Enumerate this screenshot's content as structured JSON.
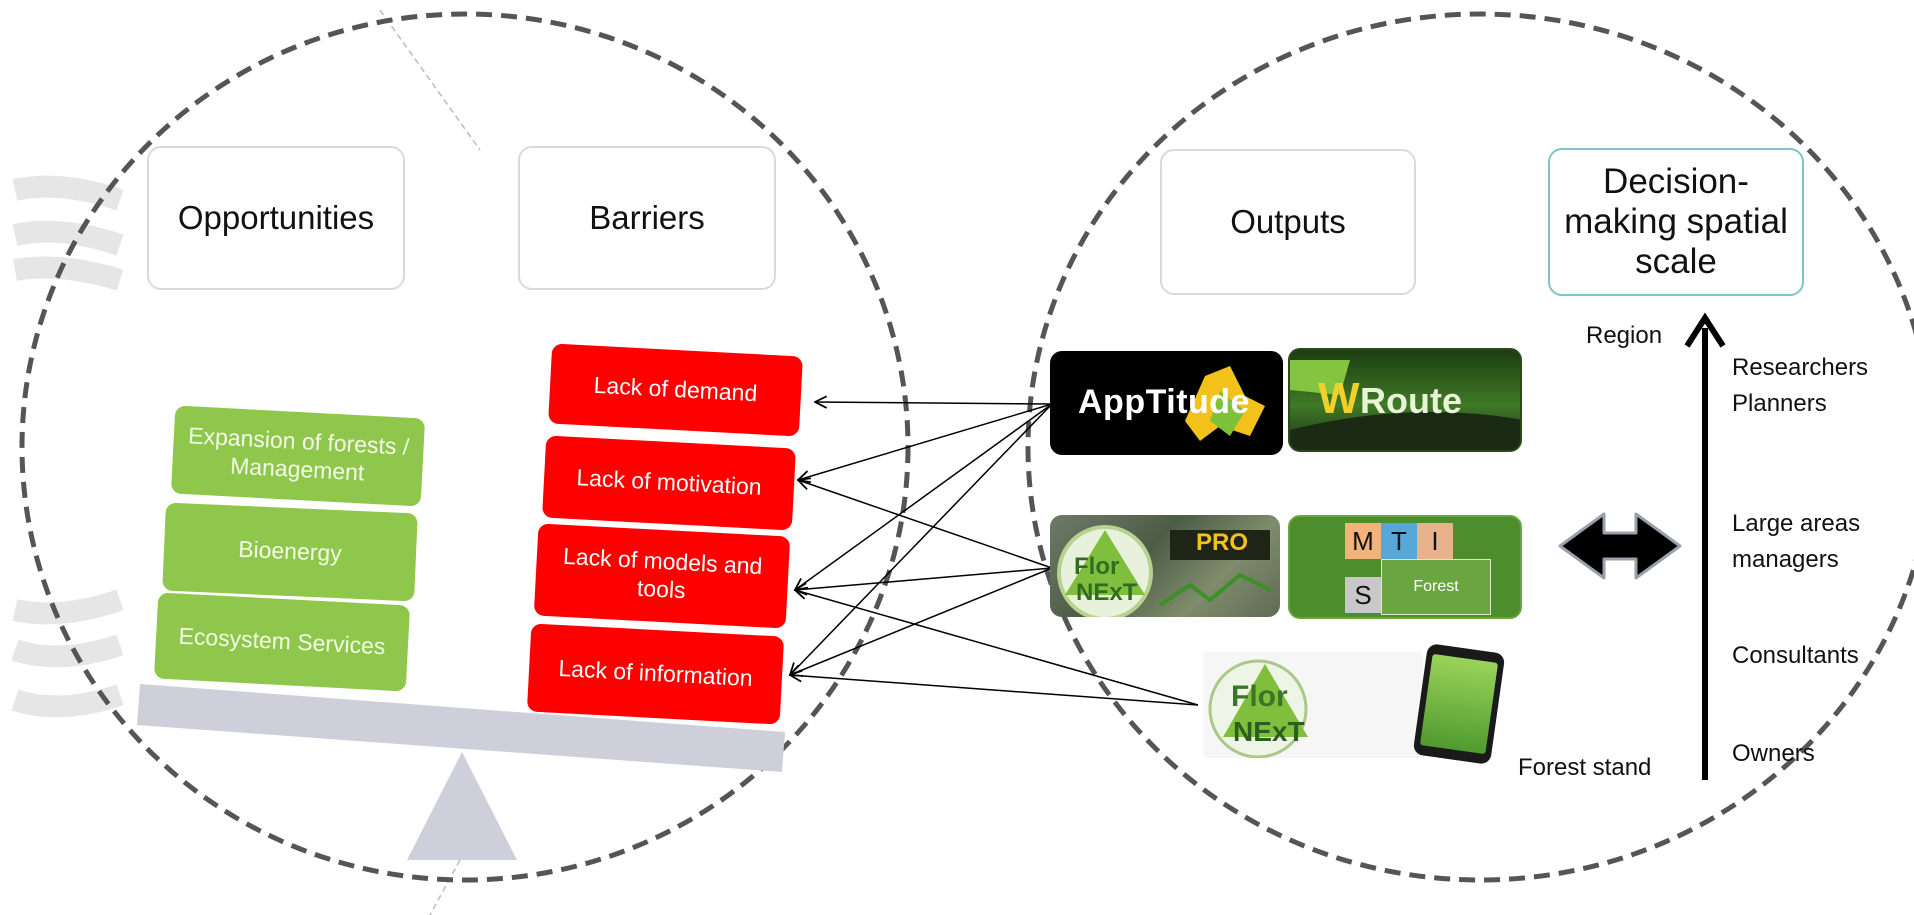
{
  "left_panel": {
    "headers": {
      "opportunities": "Opportunities",
      "barriers": "Barriers"
    },
    "opportunities": [
      "Expansion of forests / Management",
      "Bioenergy",
      "Ecosystem Services"
    ],
    "barriers": [
      "Lack of demand",
      "Lack of motivation",
      "Lack of models and tools",
      "Lack of information"
    ]
  },
  "right_panel": {
    "headers": {
      "outputs": "Outputs",
      "scale": "Decision-making spatial scale"
    },
    "tools": {
      "apptitude": "AppTitude",
      "wroute_w": "W",
      "wroute_rest": "Route",
      "flornext_pro_line1": "Flor",
      "flornext_pro_line2": "NExT",
      "pro_badge": "PRO",
      "mti_m": "M",
      "mti_t": "T",
      "mti_i": "I",
      "mti_s": "S",
      "mti_forest": "Forest",
      "flornext_line1": "Flor",
      "flornext_line2": "NExT"
    },
    "scale": {
      "top": "Region",
      "bottom": "Forest  stand"
    },
    "actors": [
      "Researchers",
      "Planners",
      "Large areas",
      "managers",
      "Consultants",
      "Owners"
    ]
  },
  "colors": {
    "opportunity": "#8fc74c",
    "barrier": "#ff0000",
    "scale_box": "#7fc4c8",
    "beam": "#cfcfdc"
  }
}
